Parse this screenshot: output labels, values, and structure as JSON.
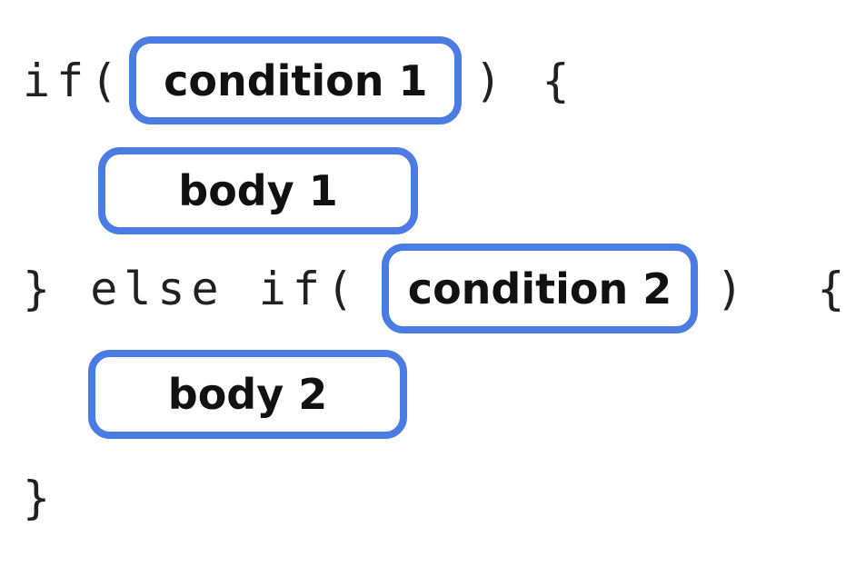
{
  "diagram": {
    "description": "if / else-if code structure diagram with placeholder slots",
    "code": {
      "line1_pre": "if(",
      "line1_post": ") {",
      "line3_pre": "} else if(",
      "line3_post": ")  {",
      "line5_close": "}"
    },
    "slots": {
      "condition1": "condition 1",
      "body1": "body 1",
      "condition2": "condition 2",
      "body2": "body 2"
    }
  },
  "colors": {
    "accent_blue": "#4A7CE4",
    "code_text": "#212121",
    "label_text": "#111111",
    "background": "#FFFFFF"
  }
}
